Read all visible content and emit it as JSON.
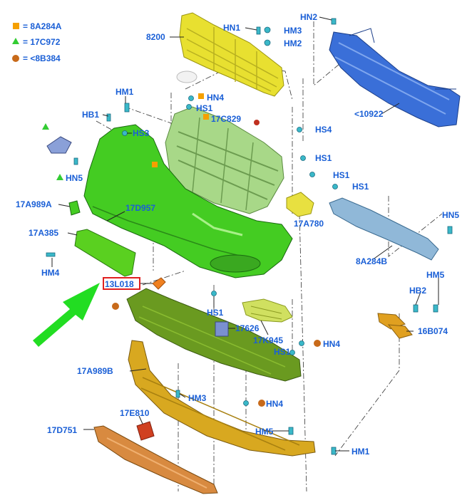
{
  "legend": [
    {
      "marker": "square",
      "color": "#f5a000",
      "text": "= 8A284A"
    },
    {
      "marker": "triangle",
      "color": "#33cc33",
      "text": "= 17C972"
    },
    {
      "marker": "circle",
      "color": "#c86a1a",
      "text": "= <8B384"
    }
  ],
  "labels": {
    "l8200": "8200",
    "hn1_top": "HN1",
    "hm3_top": "HM3",
    "hm2": "HM2",
    "hn2": "HN2",
    "p10922": "<10922",
    "hm1_left": "HM1",
    "hb1": "HB1",
    "hn4_top": "HN4",
    "hs1_a": "HS1",
    "p17c829": "17C829",
    "hs3": "HS3",
    "hs4": "HS4",
    "hs1_b": "HS1",
    "hn5_left": "HN5",
    "hs1_c": "HS1",
    "hs1_d": "HS1",
    "p17a989a": "17A989A",
    "p17d957": "17D957",
    "p17a780": "17A780",
    "hn5_right": "HN5",
    "p17a385": "17A385",
    "p8a284b": "8A284B",
    "hm4": "HM4",
    "p13l018": "13L018",
    "hm5_right": "HM5",
    "hb2": "HB2",
    "hs1_e": "HS1",
    "p17626": "17626",
    "p16b074": "16B074",
    "p17k945": "17K945",
    "hn4_mid": "HN4",
    "hs1_f": "HS1",
    "p17a989b": "17A989B",
    "hm3_bot": "HM3",
    "hn4_bot": "HN4",
    "p17e810": "17E810",
    "p17d751": "17D751",
    "hm5_bot": "HM5",
    "hm1_bot": "HM1"
  },
  "highlight": {
    "label": "13L018",
    "color": "#e02020"
  },
  "arrow_color": "#22dd22",
  "part_colors": {
    "grille": "#e8e030",
    "reinforcement": "#3a6fd8",
    "bumper_cover": "#44cc22",
    "grille_frame": "#a8d888",
    "bracket": "#90b8d8",
    "lower_shield": "#6a9a20",
    "spoiler": "#d8a820",
    "skid_plate": "#d88a40",
    "fog_bezel": "#d0e060"
  }
}
